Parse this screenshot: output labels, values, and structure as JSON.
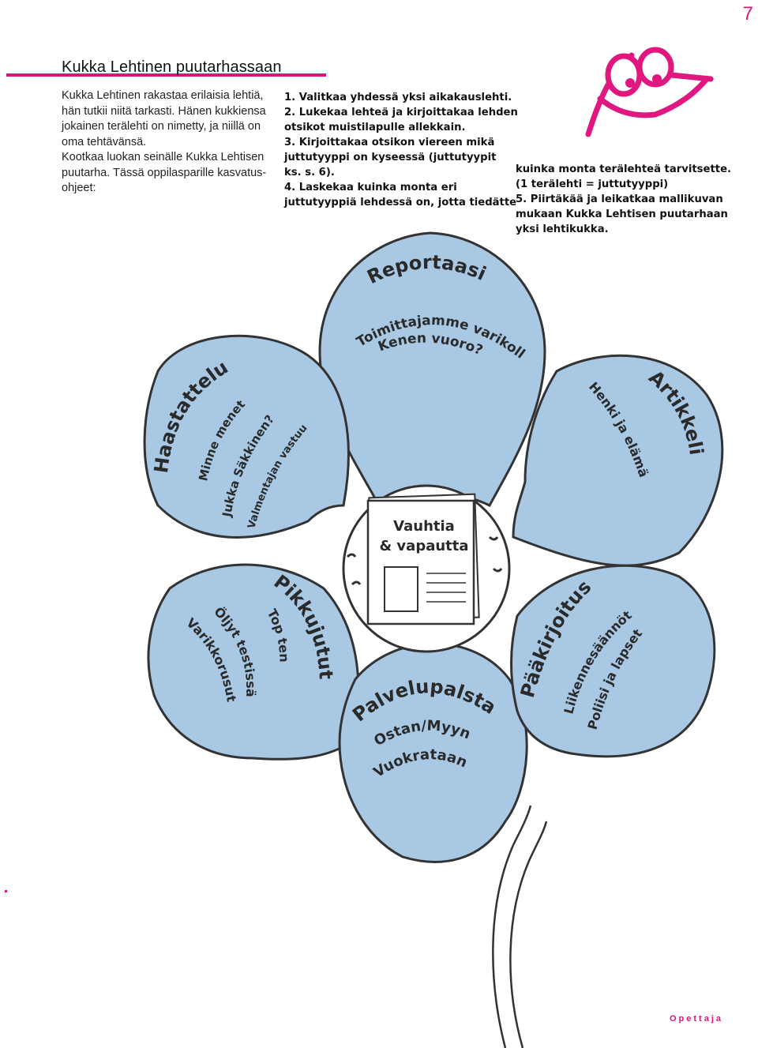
{
  "page_number": "7",
  "title": "Kukka Lehtinen puutarhassaan",
  "intro_lines": [
    "Kukka Lehtinen rakastaa erilaisia lehtiä,",
    "hän tutkii niitä tarkasti. Hänen kukkiensa",
    "jokainen terälehti on nimetty, ja niillä on",
    "oma tehtävänsä.",
    "Kootkaa luokan seinälle Kukka Lehtisen",
    "puutarha. Tässä oppilasparille kasvatus-",
    "ohjeet:"
  ],
  "steps_col1": [
    "1. Valitkaa yhdessä yksi aikakauslehti.",
    "2. Lukekaa lehteä ja kirjoittakaa lehden",
    "otsikot muistilapulle allekkain.",
    "3. Kirjoittakaa otsikon viereen mikä",
    "juttutyyppi on kyseessä (juttutyypit",
    "ks. s. 6).",
    "4. Laskekaa kuinka monta eri",
    "juttutyyppiä lehdessä on, jotta tiedätte"
  ],
  "steps_col2": [
    "kuinka monta terälehteä tarvitsette.",
    "(1 terälehti = juttutyyppi)",
    "5. Piirtäkää ja leikatkaa mallikuvan",
    "mukaan Kukka Lehtisen puutarhaan",
    "yksi lehtikukka."
  ],
  "petals": {
    "top": {
      "heading": "Reportaasi",
      "items": [
        "Toimittajamme varikolla",
        "Kenen vuoro?"
      ]
    },
    "upper_left": {
      "heading": "Haastattelu",
      "items": [
        "Minne menet",
        "Jukka Säkkinen?",
        "Valmentajan vastuu"
      ]
    },
    "upper_right": {
      "heading": "Artikkeli",
      "items": [
        "Henki ja elämä"
      ]
    },
    "lower_left": {
      "heading": "Pikkujutut",
      "items": [
        "Top ten",
        "Öljyt testissä",
        "Varikkorusut"
      ]
    },
    "bottom": {
      "heading": "Palvelupalsta",
      "items": [
        "Ostan/Myyn",
        "Vuokrataan"
      ]
    },
    "lower_right": {
      "heading": "Pääkirjoitus",
      "items": [
        "Liikennesäännöt",
        "Poliisi ja lapset"
      ]
    }
  },
  "center": {
    "headline_line1": "Vauhtia",
    "headline_line2": "& vapautta"
  },
  "footer_label": "Opettaja",
  "colors": {
    "accent": "#d6167a",
    "petal_fill": "#a8c8e4",
    "outline": "#333333"
  },
  "icons": {
    "mascot": "cartoon-eyes-icon"
  }
}
